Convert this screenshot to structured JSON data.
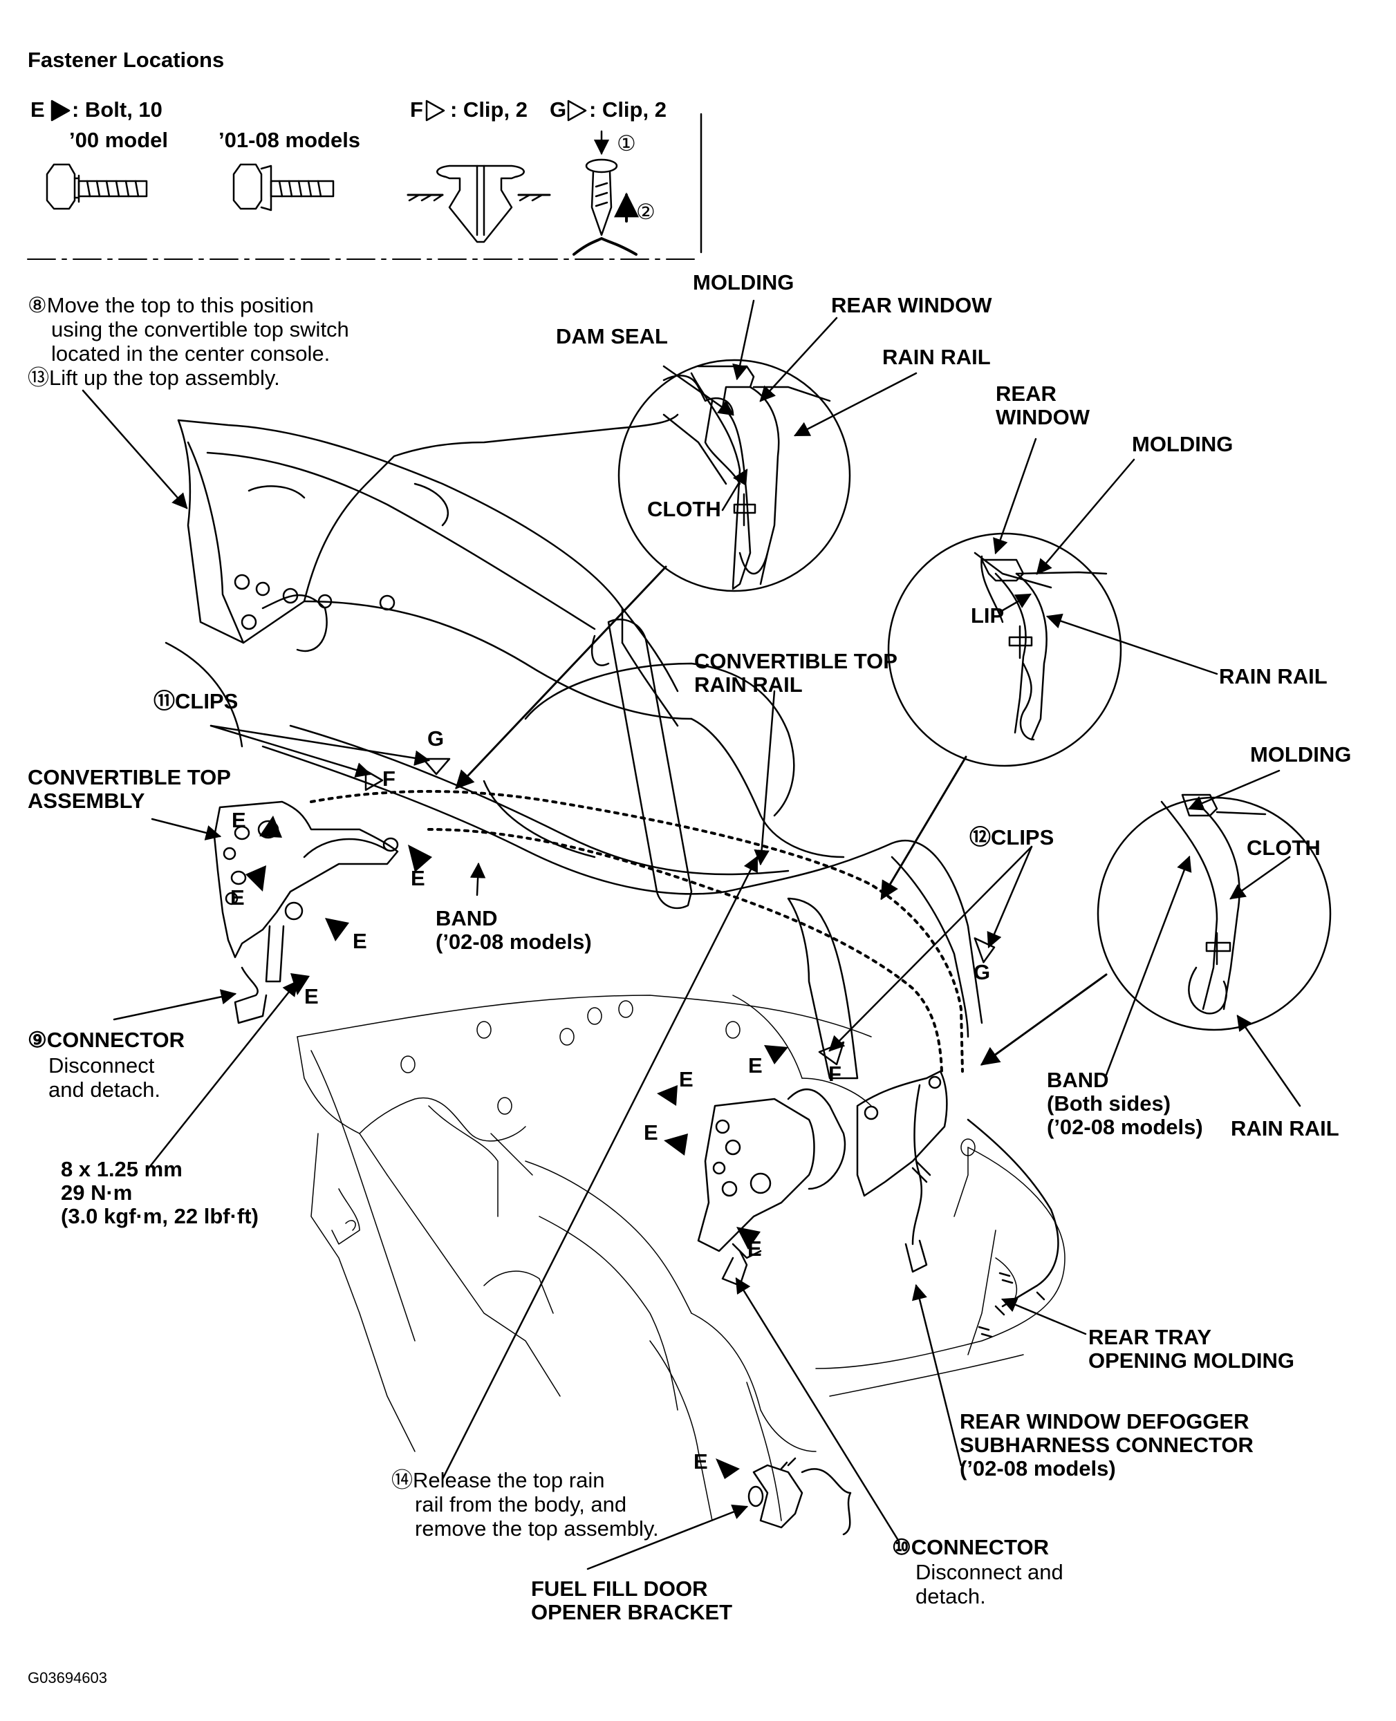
{
  "fastener": {
    "title": "Fastener Locations",
    "e_label": "E",
    "e_desc": ": Bolt, 10",
    "f_label": "F",
    "f_desc": ": Clip, 2",
    "g_label": "G",
    "g_desc": ": Clip, 2",
    "model_00": "’00 model",
    "model_01_08": "’01-08 models",
    "step1": "①",
    "step2": "②"
  },
  "steps": {
    "s8_line1": "⑧Move the top to this position",
    "s8_line2": "using the convertible top switch",
    "s8_line3": "located in the center console.",
    "s13": "⑬Lift up the top assembly.",
    "s11": "⑪CLIPS",
    "s12": "⑫CLIPS",
    "s9_title": "⑨CONNECTOR",
    "s9_line2": "Disconnect",
    "s9_line3": "and detach.",
    "s10_title": "⑩CONNECTOR",
    "s10_line2": "Disconnect and",
    "s10_line3": "detach.",
    "s14_line1": "⑭Release the top rain",
    "s14_line2": "rail from the body, and",
    "s14_line3": "remove the top assembly."
  },
  "labels": {
    "molding": "MOLDING",
    "rear_window": "REAR WINDOW",
    "dam_seal": "DAM SEAL",
    "rain_rail": "RAIN RAIL",
    "cloth": "CLOTH",
    "rear": "REAR",
    "window": "WINDOW",
    "lip": "LIP",
    "conv_rain_rail_1": "CONVERTIBLE TOP",
    "conv_rain_rail_2": "RAIN RAIL",
    "conv_top_assy_1": "CONVERTIBLE TOP",
    "conv_top_assy_2": "ASSEMBLY",
    "band": "BAND",
    "band_models": "(’02-08 models)",
    "band_both": "(Both sides)",
    "torque_1": "8 x 1.25 mm",
    "torque_2": "29 N·m",
    "torque_3": "(3.0 kgf·m, 22 lbf·ft)",
    "rear_tray_1": "REAR TRAY",
    "rear_tray_2": "OPENING MOLDING",
    "defogger_1": "REAR WINDOW DEFOGGER",
    "defogger_2": "SUBHARNESS CONNECTOR",
    "defogger_3": "(’02-08 models)",
    "fuel_1": "FUEL FILL DOOR",
    "fuel_2": "OPENER BRACKET",
    "e": "E",
    "f": "F",
    "g": "G",
    "figure_id": "G03694603"
  }
}
